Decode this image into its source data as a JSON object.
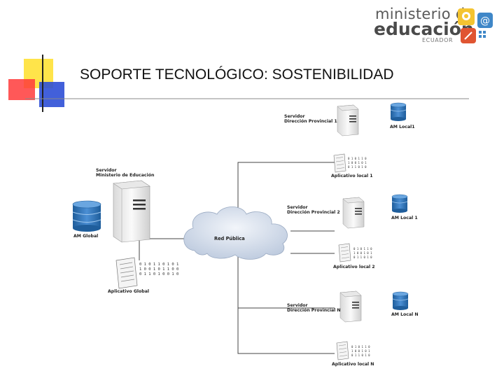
{
  "slide": {
    "title": "SOPORTE TECNOLÓGICO: SOSTENIBILIDAD"
  },
  "logo": {
    "line1": "ministerio de",
    "line2": "educación",
    "line3": "ECUADOR",
    "emblem_icon": "child-and-email-emblem-icon",
    "colors": {
      "yellow": "#f4c431",
      "blue": "#3f87c8",
      "red": "#e05532"
    }
  },
  "decoration": {
    "colors": {
      "yellow": "#ffe44a",
      "blue": "#2d4fd6",
      "red": "#ff3b3b",
      "line": "#222222"
    }
  },
  "diagram": {
    "central_server": {
      "label_line1": "Servidor",
      "label_line2": "Ministerio de Educación"
    },
    "global_db": {
      "label": "AM Global"
    },
    "global_app": {
      "label": "Aplicativo Global"
    },
    "network": {
      "label": "Red Pública"
    },
    "provinces": [
      {
        "server_line1": "Servidor",
        "server_line2": "Dirección Provincial 1",
        "db_label": "AM Local1",
        "app_label": "Aplicativo local 1"
      },
      {
        "server_line1": "Servidor",
        "server_line2": "Dirección Provincial 2",
        "db_label": "AM Local 1",
        "app_label": "Aplicativo local 2"
      },
      {
        "server_line1": "Servidor",
        "server_line2": "Dirección Provincial N",
        "db_label": "AM Local N",
        "app_label": "Aplicativo local N"
      }
    ],
    "colors": {
      "db_blue": "#2f74b5",
      "cloud": "#cfd9e8",
      "server": "#f0f0f0",
      "wire": "#444444"
    }
  }
}
